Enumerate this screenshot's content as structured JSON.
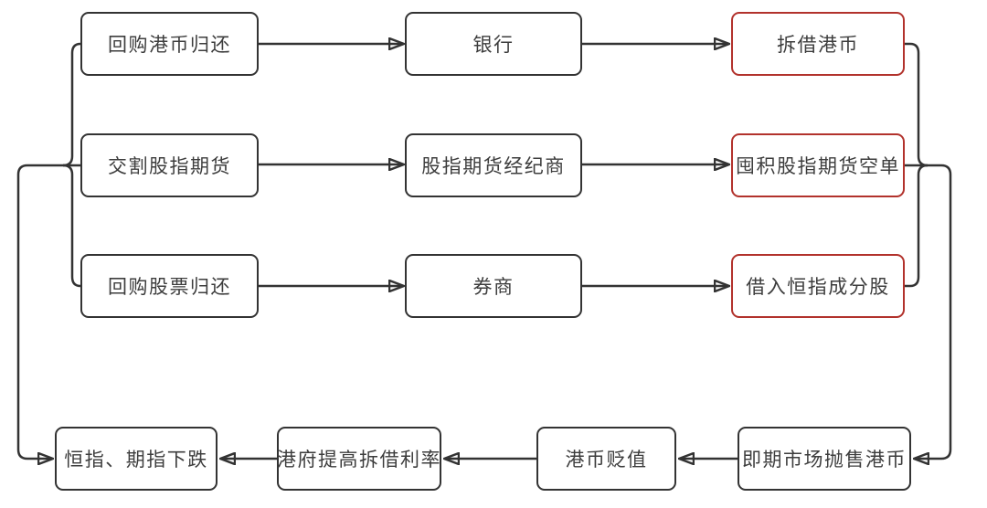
{
  "diagram": {
    "type": "flowchart",
    "background": "#ffffff",
    "colors": {
      "node_border": "#333333",
      "highlight_border": "#b2322c",
      "line": "#333333",
      "text": "#3d3d3d"
    },
    "nodes": [
      {
        "id": "repay-hkd",
        "label": "回购港币归还",
        "highlight": false
      },
      {
        "id": "bank",
        "label": "银行",
        "highlight": false
      },
      {
        "id": "borrow-hkd",
        "label": "拆借港币",
        "highlight": true
      },
      {
        "id": "deliver-futures",
        "label": "交割股指期货",
        "highlight": false
      },
      {
        "id": "futures-broker",
        "label": "股指期货经纪商",
        "highlight": false
      },
      {
        "id": "hoard-short-futures",
        "label": "囤积股指期货空单",
        "highlight": true
      },
      {
        "id": "buyback-stocks",
        "label": "回购股票归还",
        "highlight": false
      },
      {
        "id": "securities-firm",
        "label": "券商",
        "highlight": false
      },
      {
        "id": "borrow-hsi-stocks",
        "label": "借入恒指成分股",
        "highlight": true
      },
      {
        "id": "hsi-futures-fall",
        "label": "恒指、期指下跌",
        "highlight": false
      },
      {
        "id": "govt-rate-hike",
        "label": "港府提高拆借利率",
        "highlight": false
      },
      {
        "id": "hkd-depreciates",
        "label": "港币贬值",
        "highlight": false
      },
      {
        "id": "spot-sell-hkd",
        "label": "即期市场抛售港币",
        "highlight": false
      }
    ],
    "edges": [
      {
        "from": "repay-hkd",
        "to": "bank"
      },
      {
        "from": "bank",
        "to": "borrow-hkd"
      },
      {
        "from": "deliver-futures",
        "to": "futures-broker"
      },
      {
        "from": "futures-broker",
        "to": "hoard-short-futures"
      },
      {
        "from": "buyback-stocks",
        "to": "securities-firm"
      },
      {
        "from": "securities-firm",
        "to": "borrow-hsi-stocks"
      },
      {
        "from": "borrow-hkd",
        "to": "spot-sell-hkd"
      },
      {
        "from": "hoard-short-futures",
        "to": "spot-sell-hkd"
      },
      {
        "from": "borrow-hsi-stocks",
        "to": "spot-sell-hkd"
      },
      {
        "from": "spot-sell-hkd",
        "to": "hkd-depreciates"
      },
      {
        "from": "hkd-depreciates",
        "to": "govt-rate-hike"
      },
      {
        "from": "govt-rate-hike",
        "to": "hsi-futures-fall"
      },
      {
        "from": "repay-hkd",
        "to": "hsi-futures-fall"
      },
      {
        "from": "deliver-futures",
        "to": "hsi-futures-fall"
      },
      {
        "from": "buyback-stocks",
        "to": "hsi-futures-fall"
      }
    ]
  }
}
